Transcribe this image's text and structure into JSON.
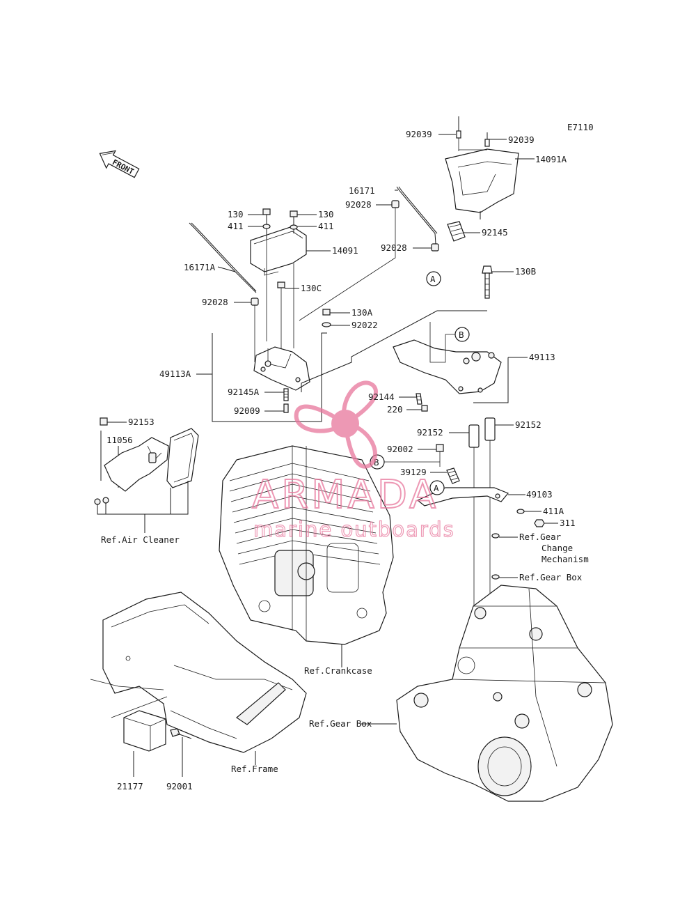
{
  "diagram_code": "E7110",
  "front_label": "FRONT",
  "watermark": {
    "brand": "ARMADA",
    "tagline": "marine outboards",
    "color": "#e8769c"
  },
  "callouts": {
    "c92039a": "92039",
    "c92039b": "92039",
    "c14091A": "14091A",
    "c16171": "16171",
    "c92028a": "92028",
    "c92028b": "92028",
    "c92145": "92145",
    "c130a": "130",
    "c130b": "130",
    "c411a": "411",
    "c411b": "411",
    "c14091": "14091",
    "c16171A": "16171A",
    "c130C": "130C",
    "c130B": "130B",
    "c92028c": "92028",
    "c130A": "130A",
    "c92022": "92022",
    "c49113A": "49113A",
    "c49113": "49113",
    "c92145A": "92145A",
    "c92009": "92009",
    "c92144": "92144",
    "c220": "220",
    "c92153": "92153",
    "c11056": "11056",
    "c92152a": "92152",
    "c92152b": "92152",
    "c92002": "92002",
    "c39129": "39129",
    "c49103": "49103",
    "c411A": "411A",
    "c311": "311",
    "refGearChange1": "Ref.Gear",
    "refGearChange2": "Change",
    "refGearChange3": "Mechanism",
    "refGearBox1": "Ref.Gear Box",
    "refAirCleaner": "Ref.Air Cleaner",
    "refCrankcase": "Ref.Crankcase",
    "refGearBox2": "Ref.Gear Box",
    "refFrame": "Ref.Frame",
    "c21177": "21177",
    "c92001": "92001",
    "markerA1": "A",
    "markerA2": "A",
    "markerB1": "B",
    "markerB2": "B"
  }
}
